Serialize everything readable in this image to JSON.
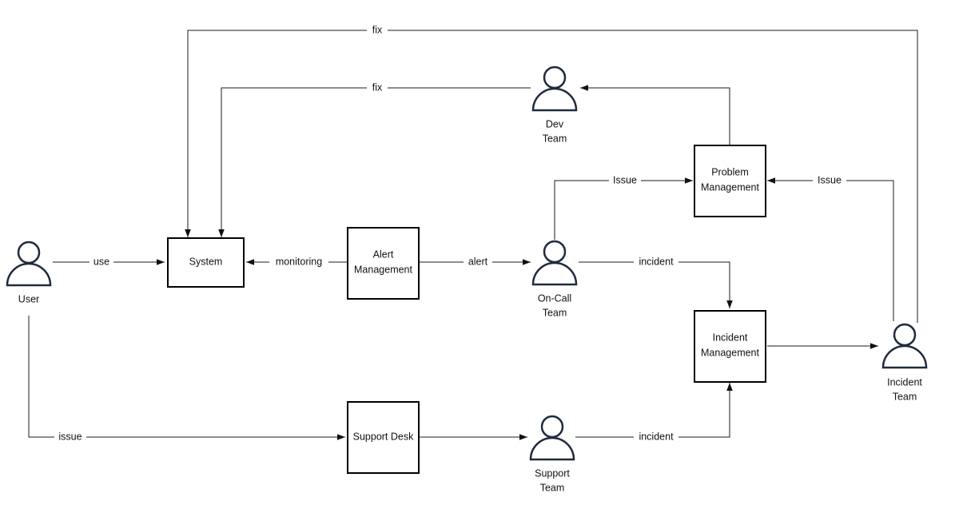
{
  "nodes": {
    "system": {
      "label": "System"
    },
    "alert_management": {
      "label_lines": [
        "Alert",
        "Management"
      ]
    },
    "problem_management": {
      "label_lines": [
        "Problem",
        "Management"
      ]
    },
    "incident_management": {
      "label_lines": [
        "Incident",
        "Management"
      ]
    },
    "support_desk": {
      "label": "Support Desk"
    }
  },
  "actors": {
    "user": {
      "label_lines": [
        "User"
      ]
    },
    "dev_team": {
      "label_lines": [
        "Dev",
        "Team"
      ]
    },
    "on_call_team": {
      "label_lines": [
        "On-Call",
        "Team"
      ]
    },
    "incident_team": {
      "label_lines": [
        "Incident",
        "Team"
      ]
    },
    "support_team": {
      "label_lines": [
        "Support",
        "Team"
      ]
    }
  },
  "edges": {
    "user_system": "use",
    "alert_system": "monitoring",
    "alert_oncall": "alert",
    "oncall_incident_mgmt": "incident",
    "oncall_problem_mgmt": "Issue",
    "incident_team_problem_mgmt": "Issue",
    "dev_system": "fix",
    "incident_team_system": "fix",
    "user_support_desk": "issue",
    "support_incident_mgmt": "incident"
  },
  "colors": {
    "line": "#1b1b1b",
    "box_border": "#000000",
    "actor_stroke": "#1f2b3d",
    "text": "#111111"
  }
}
